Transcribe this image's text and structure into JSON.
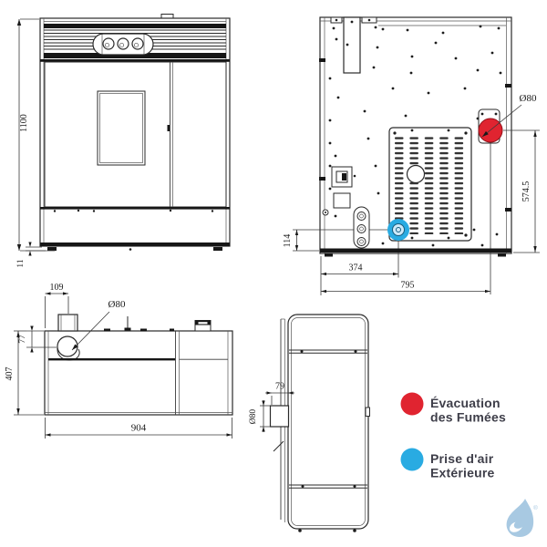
{
  "page": {
    "background": "#ffffff"
  },
  "drawing": {
    "stroke_color": "#2a2a2a",
    "front_view": {
      "dim_height": "1100",
      "dim_plinth": "11"
    },
    "back_view": {
      "flue_dia_label": "Ø80",
      "flue_height_label": "574.5",
      "air_height_label": "114",
      "air_offset_label": "374",
      "flue_offset_label": "795"
    },
    "top_view": {
      "flue_side_offset_label": "109",
      "flue_dia_label": "Ø80",
      "flue_front_offset_label": "77",
      "depth_label": "407",
      "width_label": "904"
    },
    "side_view": {
      "pipe_length_label": "79",
      "pipe_dia_label": "Ø80"
    }
  },
  "legend": {
    "text_color": "#3e3e49",
    "items": [
      {
        "id": "flue-outlet",
        "color": "#e02430",
        "line1": "Évacuation",
        "line2": "des Fumées"
      },
      {
        "id": "air-intake",
        "color": "#29abe2",
        "line1": "Prise d'air",
        "line2": "Extérieure"
      }
    ]
  },
  "logo": {
    "color": "#a8c9e2",
    "registered_mark": "®"
  }
}
